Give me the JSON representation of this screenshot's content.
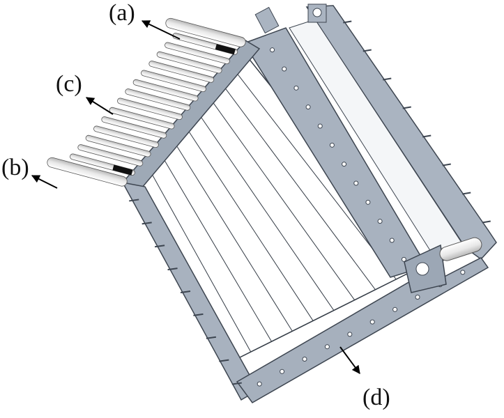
{
  "labels": {
    "a": "(a)",
    "b": "(b)",
    "c": "(c)",
    "d": "(d)"
  },
  "colors": {
    "frame": "#a9b3c0",
    "frame_dark": "#7f8a98",
    "frame_edge": "#3d4550",
    "panel": "#ffffff",
    "panel_line": "#333b45",
    "rod": "#eeeeee",
    "rod_edge": "#555555",
    "band": "#111111",
    "arrow": "#000000"
  },
  "diagram": {
    "rod_count": 16,
    "panel_stripe_count": 8,
    "hole_count": 22
  }
}
